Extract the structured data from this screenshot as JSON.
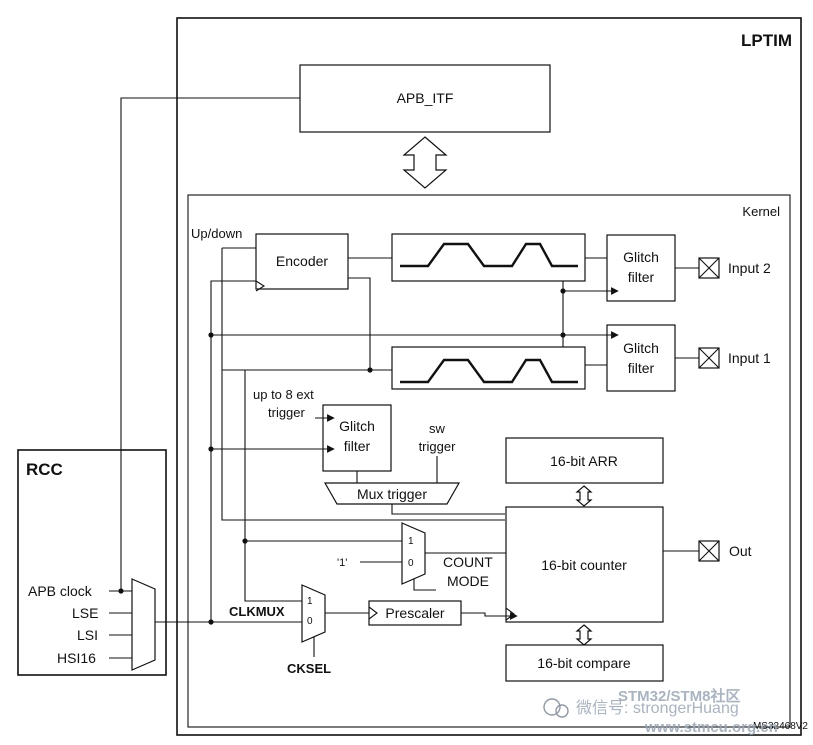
{
  "lptim_title": "LPTIM",
  "rcc_title": "RCC",
  "kernel_label": "Kernel",
  "apb_itf": "APB_ITF",
  "encoder": "Encoder",
  "updown": "Up/down",
  "glitch_l1": "Glitch",
  "glitch_l2": "filter",
  "input2": "Input 2",
  "input1": "Input 1",
  "ext_trigger_l1": "up to 8 ext",
  "ext_trigger_l2": "trigger",
  "sw_trigger_l1": "sw",
  "sw_trigger_l2": "trigger",
  "mux_trigger": "Mux trigger",
  "arr": "16-bit ARR",
  "counter": "16-bit counter",
  "compare": "16-bit compare",
  "out": "Out",
  "one_quote": "'1'",
  "mux_1": "1",
  "mux_0": "0",
  "count_mode_l1": "COUNT",
  "count_mode_l2": "MODE",
  "clkmux": "CLKMUX",
  "cksel": "CKSEL",
  "prescaler": "Prescaler",
  "apb_clock": "APB clock",
  "lse": "LSE",
  "lsi": "LSI",
  "hsi16": "HSI16",
  "ref": "MS32468V2",
  "watermark_cn": "微信号: strongerHuang",
  "watermark_brand": "STM32/STM8社区",
  "watermark_url": "www.stmcu.org.cn"
}
